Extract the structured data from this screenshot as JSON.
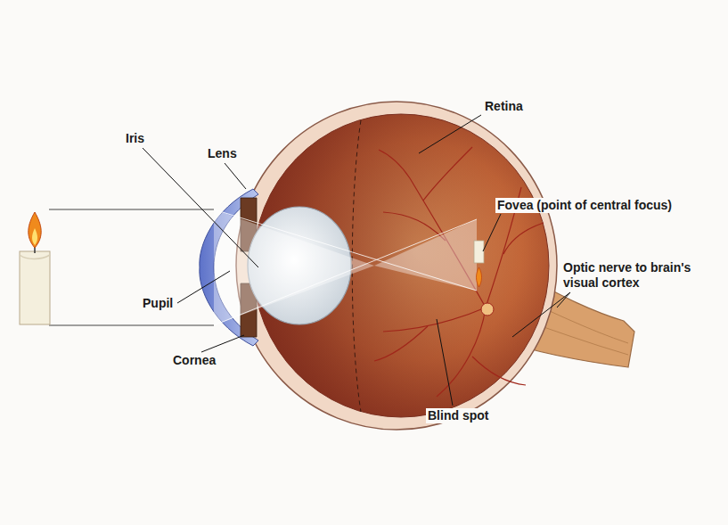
{
  "diagram": {
    "labels": [
      "Retina",
      "Iris",
      "Lens",
      "Fovea (point of central focus)",
      "Pupil",
      "Optic nerve to brain's visual cortex",
      "Cornea",
      "Blind spot"
    ]
  }
}
